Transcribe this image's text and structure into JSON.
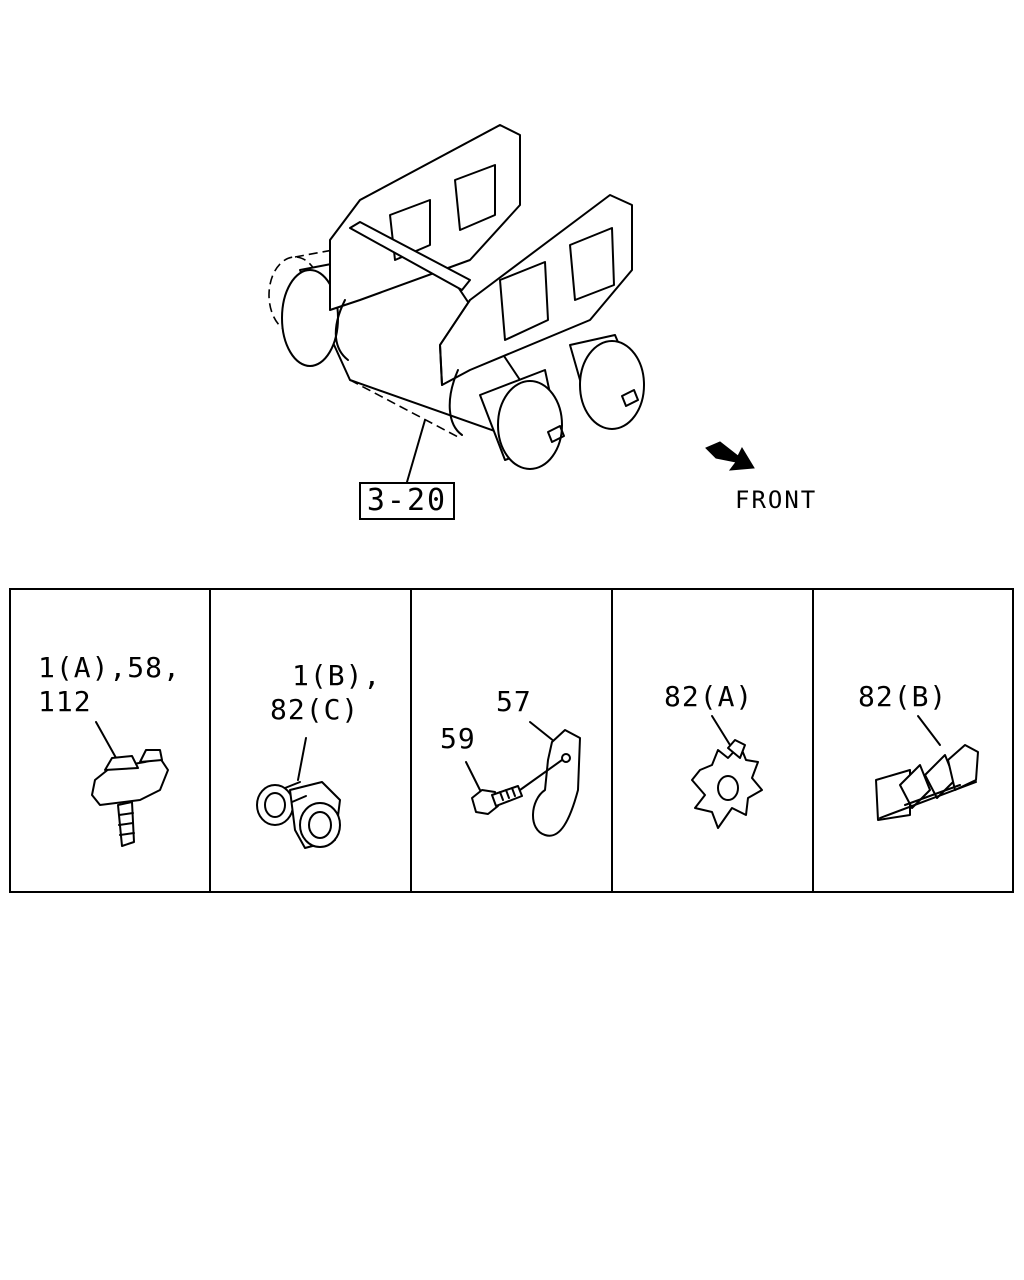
{
  "diagram": {
    "reference_label": "3-20",
    "direction_label": "FRONT",
    "direction_icon": "arrow-front-icon"
  },
  "parts": [
    {
      "label_lines": [
        "1(A),58,",
        "112"
      ],
      "icon": "clip-screw-icon"
    },
    {
      "label_lines": [
        "1(B),",
        "82(C)"
      ],
      "icon": "double-clamp-icon"
    },
    {
      "label_57": "57",
      "label_59": "59",
      "icon_clamp": "p-clamp-icon",
      "icon_bolt": "bolt-icon"
    },
    {
      "label_lines": [
        "82(A)"
      ],
      "icon": "star-clip-icon"
    },
    {
      "label_lines": [
        "82(B)"
      ],
      "icon": "multi-clip-icon"
    }
  ]
}
